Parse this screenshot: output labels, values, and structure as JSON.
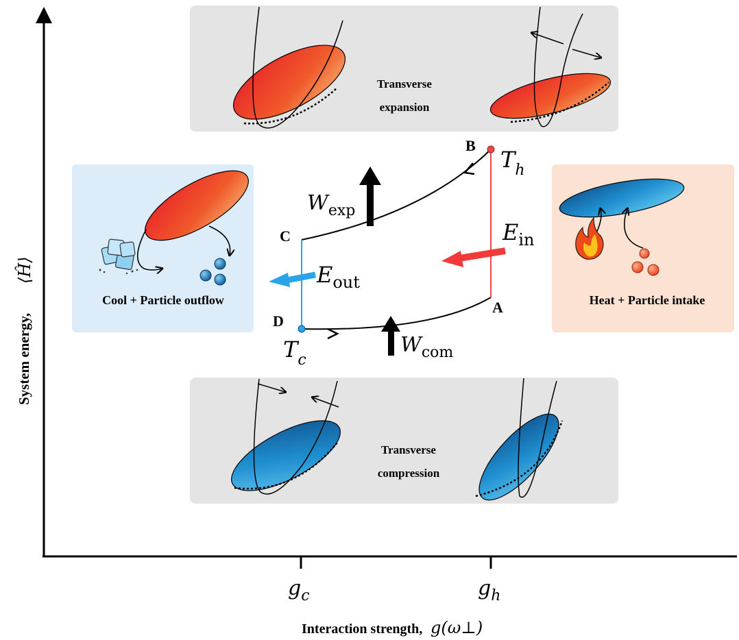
{
  "axes": {
    "y_label_text": "System energy,",
    "y_label_math": "⟨Ĥ⟩",
    "x_label_text": "Interaction strength,",
    "x_label_math": "g(ω⊥)",
    "x_ticks": [
      {
        "base": "g",
        "sub": "c"
      },
      {
        "base": "g",
        "sub": "h"
      }
    ]
  },
  "panels": {
    "top": {
      "line1": "Transverse",
      "line2": "expansion"
    },
    "bottom": {
      "line1": "Transverse",
      "line2": "compression"
    },
    "left": {
      "caption": "Cool + Particle outflow"
    },
    "right": {
      "caption": "Heat + Particle intake"
    }
  },
  "cycle": {
    "points": [
      "A",
      "B",
      "C",
      "D"
    ],
    "temperatures": [
      {
        "base": "T",
        "sub": "h"
      },
      {
        "base": "T",
        "sub": "c"
      }
    ],
    "work_labels": [
      {
        "base": "W",
        "sub": "exp"
      },
      {
        "base": "W",
        "sub": "com"
      }
    ],
    "energy_labels": [
      {
        "base": "E",
        "sub": "in"
      },
      {
        "base": "E",
        "sub": "out"
      }
    ]
  },
  "colors": {
    "hot": "#e8402a",
    "hot_light": "#f5a06a",
    "cold": "#1f8fd0",
    "cold_dark": "#0f4f88",
    "panel_grey": "#e4e4e4",
    "panel_blue": "#dcedf9",
    "panel_peach": "#fce2d2",
    "red_line": "#e84a4a",
    "blue_line": "#2aa3e8",
    "arrow_red": "#f23a3a",
    "arrow_blue": "#2aa3e8"
  },
  "icons": [
    "fire-icon",
    "ice-cubes-icon"
  ]
}
